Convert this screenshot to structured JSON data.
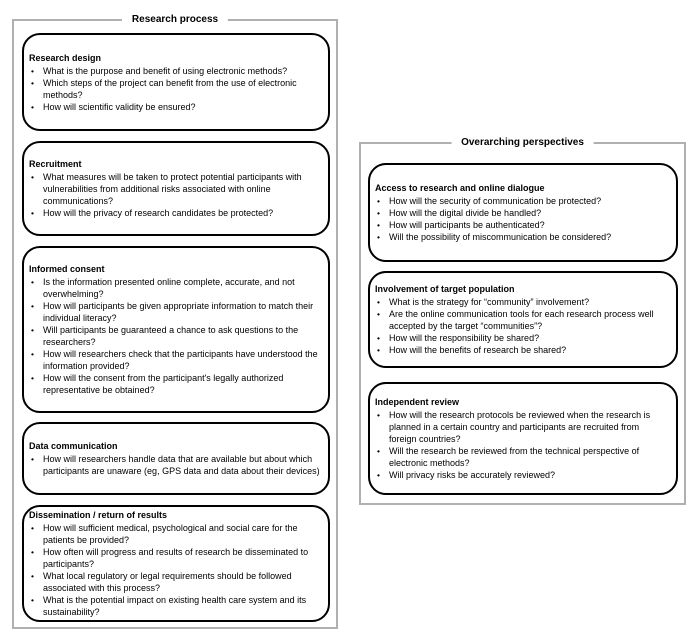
{
  "ui": {
    "bullet_char": "•"
  },
  "colors": {
    "panel_border": "#b0b0b0",
    "box_border": "#000000",
    "background": "#ffffff",
    "text": "#000000"
  },
  "panels": {
    "left": {
      "title": "Research process",
      "boxes": [
        {
          "title": "Research design",
          "items": [
            "What is the purpose and benefit of using electronic methods?",
            "Which steps of the project can benefit from the use of electronic methods?",
            "How will scientific validity be ensured?"
          ]
        },
        {
          "title": "Recruitment",
          "items": [
            "What measures will be taken to protect potential participants with vulnerabilities from additional risks associated with online communications?",
            "How will the privacy of research candidates be protected?"
          ]
        },
        {
          "title": "Informed consent",
          "items": [
            "Is the information presented online complete, accurate, and not overwhelming?",
            "How will participants be given appropriate information to match their individual literacy?",
            "Will participants be guaranteed a chance to ask questions to the researchers?",
            "How will researchers check that the participants have understood the information provided?",
            "How will the consent from the participant's legally authorized representative be obtained?"
          ]
        },
        {
          "title": "Data communication",
          "items": [
            "How will researchers handle data that are available but about which participants are unaware (eg, GPS data and data about their devices)"
          ]
        },
        {
          "title": "Dissemination / return of results",
          "items": [
            "How will sufficient medical, psychological and social care for the patients be provided?",
            "How often will progress and results of research be disseminated to participants?",
            "What local regulatory or legal requirements should be followed associated with this process?",
            "What is the potential impact on existing health care system and its sustainability?"
          ]
        }
      ]
    },
    "right": {
      "title": "Overarching perspectives",
      "boxes": [
        {
          "title": "Access to research and online dialogue",
          "items": [
            "How will the security of communication be protected?",
            "How will the digital divide be handled?",
            "How will participants be authenticated?",
            "Will the possibility of miscommunication be considered?"
          ]
        },
        {
          "title": "Involvement of target population",
          "items": [
            "What is the strategy for “community” involvement?",
            "Are the online communication tools for each research process well accepted by the target “communities”?",
            "How will the responsibility be shared?",
            "How will the benefits of research be shared?"
          ]
        },
        {
          "title": "Independent review",
          "items": [
            "How will the research protocols be reviewed when the research is planned in a certain country and participants are recruited from foreign countries?",
            "Will the research be reviewed from the technical perspective of electronic methods?",
            "Will privacy risks be accurately reviewed?"
          ]
        }
      ]
    }
  }
}
